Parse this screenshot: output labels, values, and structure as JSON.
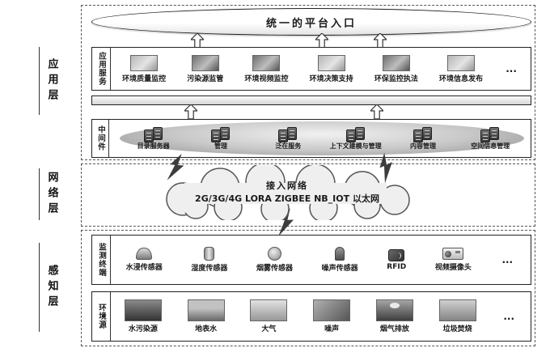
{
  "colors": {
    "ink": "#222222",
    "dashed_border": "#555555",
    "ellipse_fill": "#c9c9c9"
  },
  "entrance": {
    "title": "统一的平台入口"
  },
  "layers": {
    "application": {
      "label": "应用层"
    },
    "network": {
      "label": "网络层"
    },
    "perception": {
      "label": "感知层"
    }
  },
  "app_services": {
    "label": "应用服务",
    "items": [
      {
        "label": "环境质量监控",
        "icon": "app-screenshot-icon"
      },
      {
        "label": "污染源监管",
        "icon": "app-screenshot-icon"
      },
      {
        "label": "环境视频监控",
        "icon": "app-screenshot-icon"
      },
      {
        "label": "环境决策支持",
        "icon": "app-screenshot-icon"
      },
      {
        "label": "环保监控执法",
        "icon": "officer-photo-icon"
      },
      {
        "label": "环境信息发布",
        "icon": "app-screenshot-icon"
      }
    ],
    "more": "..."
  },
  "middleware": {
    "label": "中间件",
    "items": [
      {
        "label": "目录服务器",
        "icon": "server-tower-icon"
      },
      {
        "label": "管理",
        "icon": "server-tower-icon"
      },
      {
        "label": "泛在服务",
        "icon": "server-tower-icon"
      },
      {
        "label": "上下文建模与管理",
        "icon": "server-tower-icon"
      },
      {
        "label": "内容管理",
        "icon": "server-tower-icon"
      },
      {
        "label": "空间信息管理",
        "icon": "server-tower-icon"
      }
    ]
  },
  "network_cloud": {
    "line1": "接入网络",
    "line2": "2G/3G/4G LORA ZIGBEE NB_IOT 以太网"
  },
  "terminals": {
    "label": "监测终端",
    "items": [
      {
        "label": "水浸传感器",
        "icon": "water-sensor-icon"
      },
      {
        "label": "湿度传感器",
        "icon": "humidity-sensor-icon"
      },
      {
        "label": "烟雾传感器",
        "icon": "smoke-sensor-icon"
      },
      {
        "label": "噪声传感器",
        "icon": "noise-sensor-icon"
      },
      {
        "label": "RFID",
        "icon": "rfid-icon"
      },
      {
        "label": "视频摄像头",
        "icon": "camera-icon"
      }
    ],
    "more": "..."
  },
  "sources": {
    "label": "环境源",
    "items": [
      {
        "label": "水污染源",
        "icon": "water-pollution-photo"
      },
      {
        "label": "地表水",
        "icon": "surface-water-photo"
      },
      {
        "label": "大气",
        "icon": "atmosphere-photo"
      },
      {
        "label": "噪声",
        "icon": "noise-photo"
      },
      {
        "label": "烟气排放",
        "icon": "smoke-emission-photo"
      },
      {
        "label": "垃圾焚烧",
        "icon": "waste-incineration-photo"
      }
    ],
    "more": "..."
  }
}
